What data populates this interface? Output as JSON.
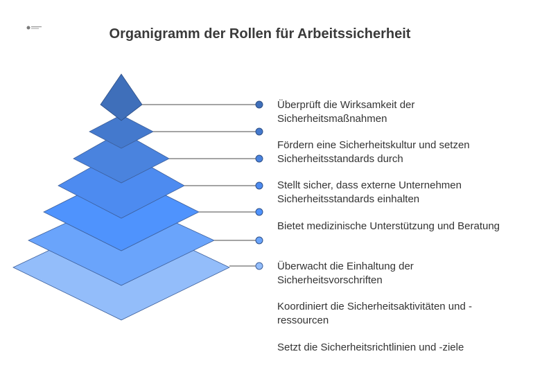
{
  "title": "Organigramm der Rollen für Arbeitssicherheit",
  "colors": {
    "layer1": "#3f6fba",
    "layer2": "#4479cd",
    "layer3": "#4a83de",
    "layer4": "#4d8bf0",
    "layer5": "#4f93fd",
    "layer6": "#6aa4fb",
    "layer7": "#93bdfa",
    "line": "#4a4a4a"
  },
  "items": [
    {
      "text": "Überprüft die Wirksamkeit der Sicherheitsmaßnahmen"
    },
    {
      "text": "Fördern eine Sicherheitskultur und setzen Sicherheitsstandards durch"
    },
    {
      "text": "Stellt sicher, dass externe Unternehmen Sicherheitsstandards einhalten"
    },
    {
      "text": "Bietet medizinische Unterstützung und Beratung"
    },
    {
      "text": "Überwacht die Einhaltung der Sicherheitsvorschriften"
    },
    {
      "text": "Koordiniert die Sicherheitsaktivitäten und -ressourcen"
    },
    {
      "text": "Setzt die Sicherheitsrichtlinien und -ziele"
    }
  ]
}
